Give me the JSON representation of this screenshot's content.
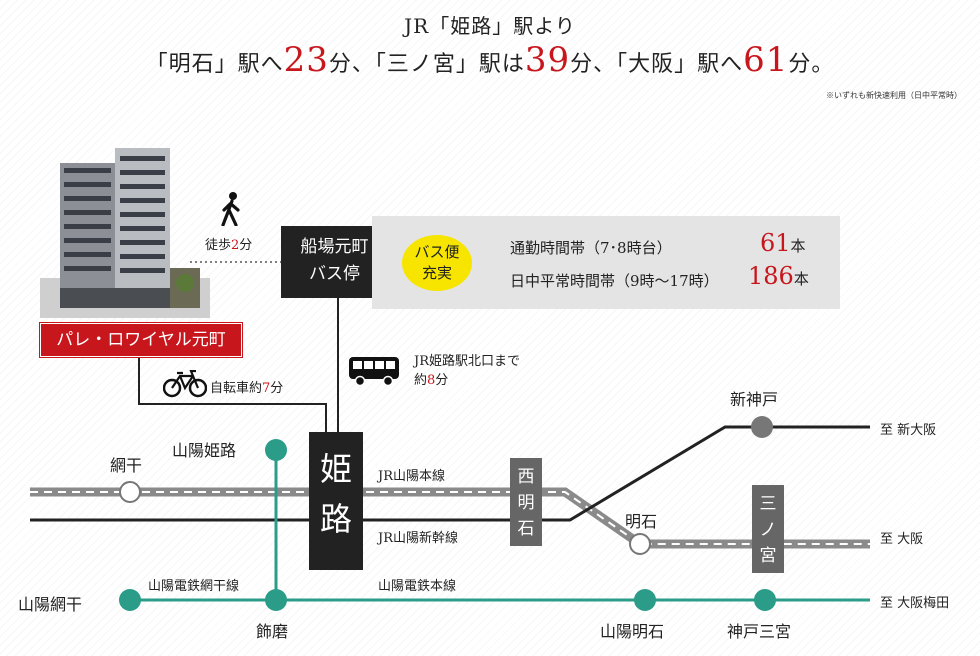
{
  "header": {
    "line1": "JR「姫路」駅より",
    "line2": {
      "p1": "「明石」駅へ",
      "n1": "23",
      "p2": "分、「三ノ宮」駅は",
      "n2": "39",
      "p3": "分、「大阪」駅へ",
      "n3": "61",
      "p4": "分。"
    },
    "note": "※いずれも新快速利用（日中平常時）"
  },
  "property": {
    "name": "パレ・ロワイヤル元町"
  },
  "walk": {
    "prefix": "徒歩",
    "minutes": "2",
    "suffix": "分"
  },
  "bus_stop": {
    "line1": "船場元町",
    "line2": "バス停"
  },
  "bus_info": {
    "badge_line1": "バス便",
    "badge_line2": "充実",
    "row1_label": "通勤時間帯（7･8時台）",
    "row1_count": "61",
    "row2_label": "日中平常時間帯（9時〜17時）",
    "row2_count": "186",
    "unit": "本"
  },
  "bus_route": {
    "line1": "JR姫路駅北口まで",
    "line2_prefix": "約",
    "line2_minutes": "8",
    "line2_suffix": "分"
  },
  "bike": {
    "prefix": "自転車約",
    "minutes": "7",
    "suffix": "分"
  },
  "stations": {
    "himeji": [
      "姫",
      "路"
    ],
    "nishi_akashi": [
      "西",
      "明",
      "石"
    ],
    "sannomiya": [
      "三",
      "ノ",
      "宮"
    ],
    "sanyo_himeji": "山陽姫路",
    "aboshi": "網干",
    "sanyo_aboshi": "山陽網干",
    "shikama": "飾磨",
    "akashi": "明石",
    "shin_kobe": "新神戸",
    "sanyo_akashi": "山陽明石",
    "kobe_sannomiya": "神戸三宮"
  },
  "lines": {
    "jr_sanyo": "JR山陽本線",
    "jr_shinkansen": "JR山陽新幹線",
    "sanyo_aboshi_line": "山陽電鉄網干線",
    "sanyo_main": "山陽電鉄本線"
  },
  "destinations": {
    "shin_osaka": "至 新大阪",
    "osaka": "至 大阪",
    "osaka_umeda": "至 大阪梅田"
  },
  "colors": {
    "accent_red": "#c8161d",
    "sanyo_green": "#2a9c88",
    "bus_yellow": "#f7e500"
  },
  "icons": [
    "walking-person-icon",
    "bus-icon",
    "bicycle-icon"
  ]
}
